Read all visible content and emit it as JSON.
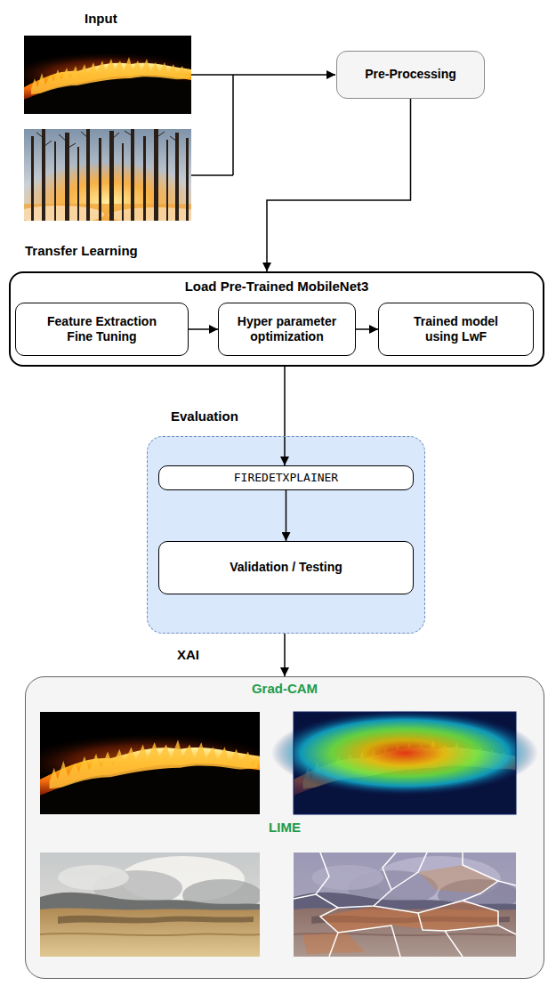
{
  "diagram": {
    "nodes": [
      {
        "text": [
          "Pre-Processing"
        ]
      },
      {
        "text": [
          "Transfer Learning",
          "Load Pre-Trained MobileNet3"
        ]
      },
      {
        "text": [
          "Feature Extraction Fine Tuning"
        ],
        "in": 1
      },
      {
        "text": [
          "Hyper parameter optimization"
        ],
        "in": 1
      },
      {
        "text": [
          "Trained model using LwF"
        ],
        "in": 1
      },
      {
        "text": [
          "Evaluation"
        ]
      },
      {
        "text": [
          "FIREDETXPLAINER"
        ],
        "in": 5
      },
      {
        "text": [
          "Validation / Testing"
        ],
        "in": 5
      },
      {
        "text": [
          "XAI",
          "Grad-CAM",
          "LIME"
        ]
      }
    ],
    "edges": [
      {
        "from": 0,
        "to": 1,
        "arrow": "to"
      },
      {
        "from": 2,
        "to": 3,
        "arrow": "to"
      },
      {
        "from": 3,
        "to": 4,
        "arrow": "to"
      },
      {
        "from": 1,
        "to": 6,
        "arrow": "to"
      },
      {
        "from": 6,
        "to": 7,
        "arrow": "to"
      },
      {
        "from": 5,
        "to": 8,
        "arrow": "to"
      }
    ],
    "labels": [
      "Input"
    ]
  }
}
